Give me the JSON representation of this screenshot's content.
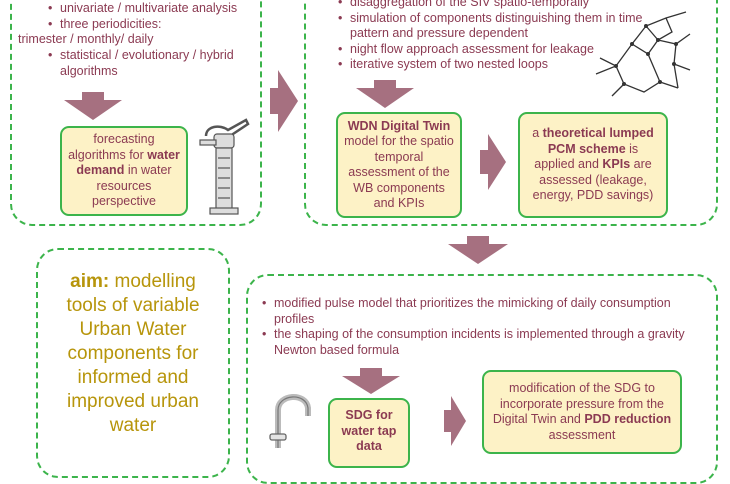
{
  "panel1": {
    "bullets": [
      "univariate / multivariate analysis",
      "three periodicities:"
    ],
    "periodicities_line": "trimester / monthly/ daily",
    "bullets2": [
      "statistical / evolutionary / hybrid algorithms"
    ],
    "box": {
      "pre": "forecasting algorithms for ",
      "bold": "water demand",
      "post": " in water resources perspective"
    }
  },
  "panel2": {
    "bullets": [
      "disaggregation of the SIV spatio-temporally",
      "simulation of components distinguishing them in time pattern and pressure dependent",
      "night flow approach assessment for leakage",
      "iterative system of two nested loops"
    ],
    "box1": {
      "bold": "WDN Digital Twin",
      "rest": "model for the spatio temporal assessment of the WB components and KPIs"
    },
    "box2": {
      "pre": "a ",
      "bold1": "theoretical lumped PCM scheme",
      "mid": " is applied and ",
      "bold2": "KPIs",
      "post": " are assessed (leakage, energy, PDD savings)"
    }
  },
  "aim": {
    "bold": "aim:",
    "text": " modelling tools of variable Urban Water components for informed and improved urban water"
  },
  "panel3": {
    "bullets": [
      "modified pulse model that prioritizes the mimicking of daily  consumption profiles",
      "the shaping of the consumption incidents is implemented through a gravity Newton based formula"
    ],
    "box1": {
      "bold": "SDG for water tap data"
    },
    "box2": {
      "pre": "modification of the SDG to incorporate pressure from the Digital Twin and ",
      "bold": "PDD reduction",
      "post": " assessment"
    }
  },
  "colors": {
    "green": "#3cb44b",
    "box_fill": "#fdf2c6",
    "text": "#8b3a52",
    "arrow": "#a67080",
    "aim": "#b7950b"
  },
  "icons": [
    "water-pump-icon",
    "network-graph-icon",
    "water-tap-icon"
  ]
}
